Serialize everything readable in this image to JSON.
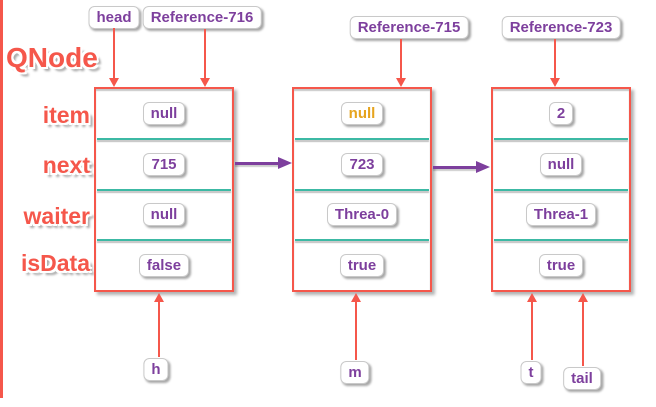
{
  "diagram_title": "QNode",
  "colors": {
    "salmon": "#f5574b",
    "purple": "#7d3f9d",
    "yellow": "#e6a41e",
    "teal": "#3cb9a4"
  },
  "field_labels": [
    "item",
    "next",
    "waiter",
    "isData"
  ],
  "top_pointers": [
    "head",
    "Reference-716",
    "Reference-715",
    "Reference-723"
  ],
  "bottom_pointers": [
    "h",
    "m",
    "t",
    "tail"
  ],
  "nodes": [
    {
      "item": "null",
      "next": "715",
      "waiter": "null",
      "isData": "false",
      "item_color": "purple"
    },
    {
      "item": "null",
      "next": "723",
      "waiter": "Threa-0",
      "isData": "true",
      "item_color": "yellow"
    },
    {
      "item": "2",
      "next": "null",
      "waiter": "Threa-1",
      "isData": "true",
      "item_color": "purple"
    }
  ]
}
